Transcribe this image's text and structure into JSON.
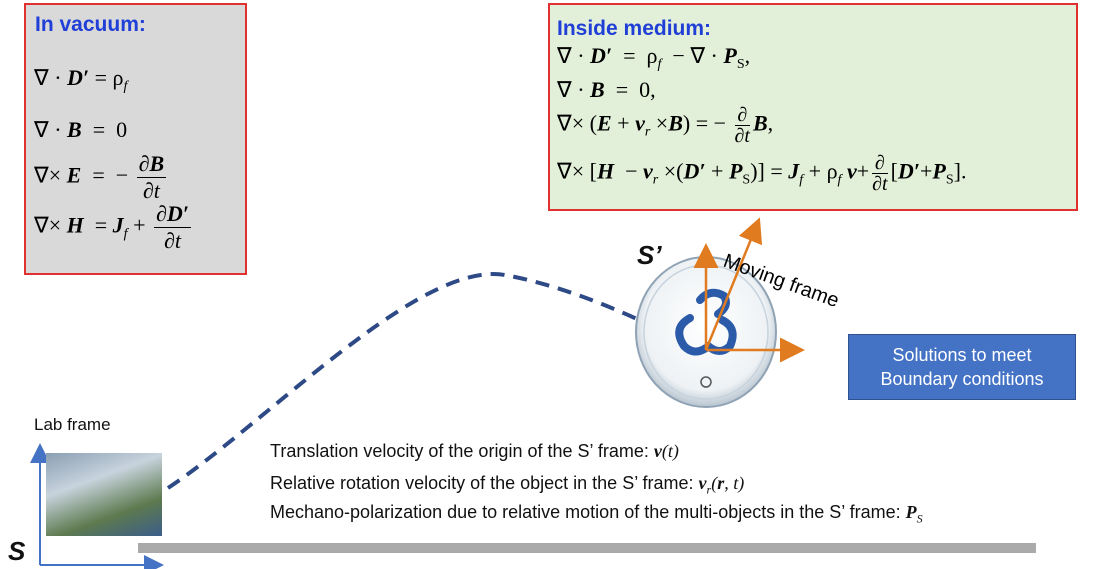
{
  "vacuum_box": {
    "title": "In vacuum:",
    "eq1": "∇ · D′ = ρ_f",
    "eq2": "∇ · B = 0",
    "eq3": "∇× E = −∂B/∂t",
    "eq4": "∇× H = J_f + ∂D′/∂t"
  },
  "medium_box": {
    "title": "Inside medium:",
    "eq1": "∇ · D′ = ρ_f − ∇ · P_S,",
    "eq2": "∇ · B = 0,",
    "eq3": "∇× (E + v_r×B) = −∂/∂t B,",
    "eq4": "∇× [H − v_r×(D′ + P_S)] = J_f + ρ_f v + ∂/∂t [D′+P_S]."
  },
  "labels": {
    "s_prime": "S’",
    "moving_frame": "Moving frame",
    "lab_frame": "Lab frame",
    "s": "S"
  },
  "solutions_button": {
    "line1": "Solutions to meet",
    "line2": "Boundary conditions"
  },
  "descriptions": {
    "line1_text": "Translation velocity of the origin of the S’ frame: ",
    "line1_math": "v(t)",
    "line2_text": "Relative rotation velocity of the object in the S’ frame: ",
    "line2_math": "v_r(r, t)",
    "line3_text": "Mechano-polarization due to relative motion of the multi-objects in the S’ frame: ",
    "line3_math": "P_S"
  },
  "colors": {
    "box_border": "#e03030",
    "title_blue": "#1f3fd6",
    "arrow_orange": "#e07b20",
    "axis_blue": "#4472c4",
    "path_navy": "#2e4a86",
    "button_blue": "#4472c4"
  }
}
